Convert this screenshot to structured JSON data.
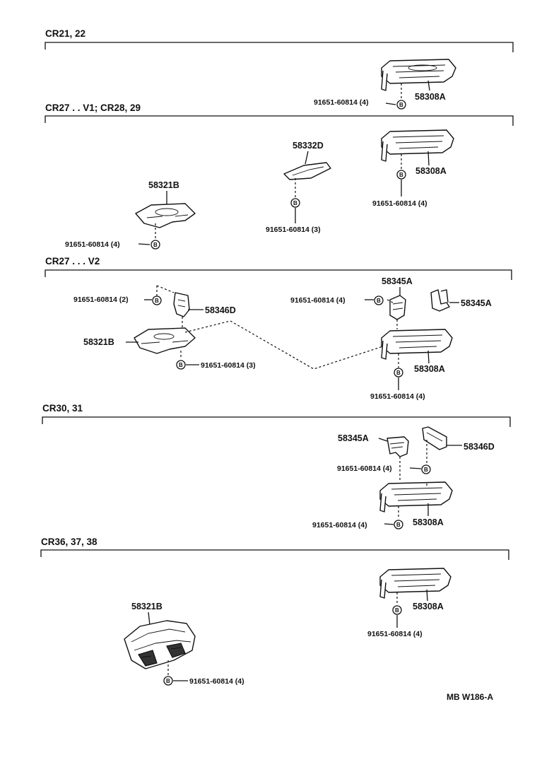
{
  "sections": [
    {
      "title": "CR21, 22"
    },
    {
      "title": "CR27 . . V1; CR28, 29"
    },
    {
      "title": "CR27 . . . V2"
    },
    {
      "title": "CR30, 31"
    },
    {
      "title": "CR36, 37, 38"
    }
  ],
  "part_labels": {
    "s1_58308A": "58308A",
    "s1_bolt": "91651-60814 (4)",
    "s2_58332D": "58332D",
    "s2_58308A": "58308A",
    "s2_58321B": "58321B",
    "s2_bolt_a": "91651-60814 (4)",
    "s2_bolt_b": "91651-60814 (3)",
    "s2_bolt_c": "91651-60814 (4)",
    "s3_58345A_a": "58345A",
    "s3_58345A_b": "58345A",
    "s3_58346D": "58346D",
    "s3_58321B": "58321B",
    "s3_58308A": "58308A",
    "s3_bolt_a": "91651-60814 (2)",
    "s3_bolt_b": "91651-60814 (4)",
    "s3_bolt_c": "91651-60814 (3)",
    "s3_bolt_d": "91651-60814 (4)",
    "s4_58345A": "58345A",
    "s4_58346D": "58346D",
    "s4_58308A": "58308A",
    "s4_bolt_a": "91651-60814 (4)",
    "s4_bolt_b": "91651-60814 (4)",
    "s5_58321B": "58321B",
    "s5_58308A": "58308A",
    "s5_bolt_a": "91651-60814 (4)",
    "s5_bolt_b": "91651-60814 (4)"
  },
  "bolt_marker": "B",
  "diagram_code": "MB W186-A"
}
